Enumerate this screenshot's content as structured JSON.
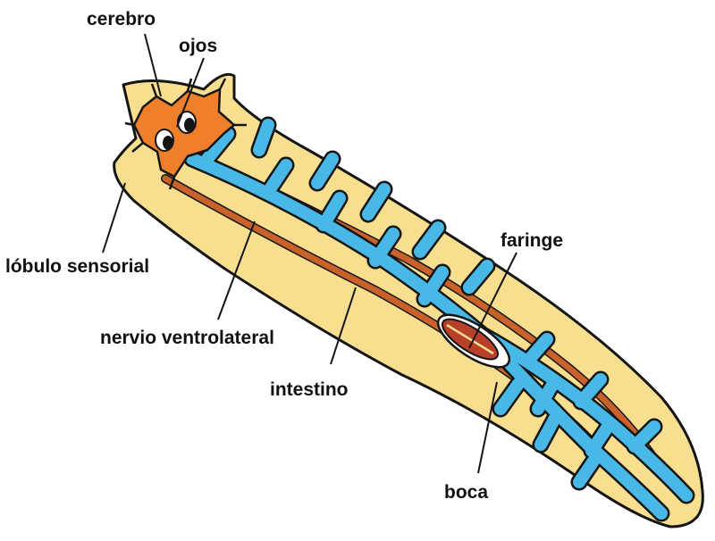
{
  "diagram": {
    "labels": {
      "cerebro": "cerebro",
      "ojos": "ojos",
      "faringe": "faringe",
      "lobulo": "lóbulo sensorial",
      "nervio": "nervio ventrolateral",
      "intestino": "intestino",
      "boca": "boca"
    },
    "colors": {
      "body": "#f7df8f",
      "outline": "#151515",
      "brain": "#ef7f2a",
      "nerve": "#c8612a",
      "intestine": "#48b8e6",
      "pharynx": "#b8402a",
      "background": "#ffffff"
    }
  }
}
